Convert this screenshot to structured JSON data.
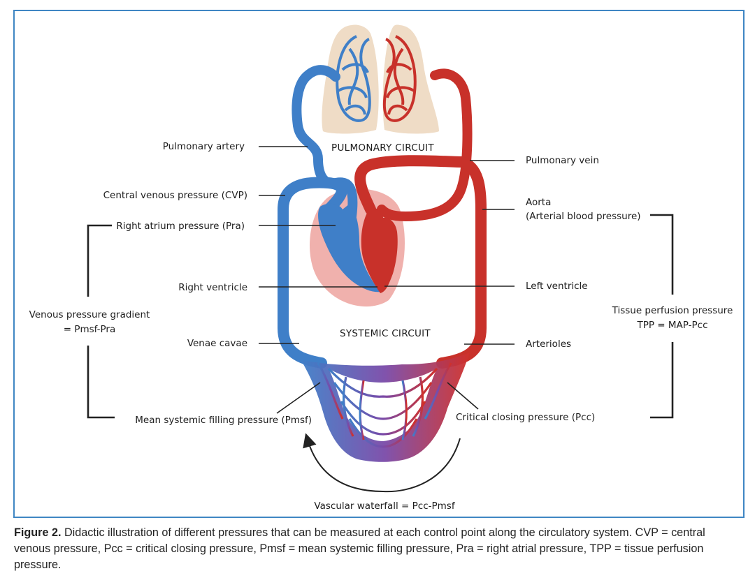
{
  "diagram": {
    "circuits": {
      "pulmonary": "PULMONARY CIRCUIT",
      "systemic": "SYSTEMIC CIRCUIT"
    },
    "left_labels": {
      "pulmonary_artery": "Pulmonary artery",
      "cvp": "Central venous pressure  (CVP)",
      "right_atrium": "Right atrium pressure (Pra)",
      "right_ventricle": "Right ventricle",
      "venae_cavae": "Venae cavae",
      "pmsf": "Mean systemic filling pressure (Pmsf)"
    },
    "right_labels": {
      "pulmonary_vein": "Pulmonary vein",
      "aorta_line1": "Aorta",
      "aorta_line2": "(Arterial blood pressure)",
      "left_ventricle": "Left ventricle",
      "arterioles": "Arterioles",
      "pcc": "Critical closing pressure (Pcc)"
    },
    "gradients": {
      "venous_line1": "Venous pressure gradient",
      "venous_line2": "= Pmsf-Pra",
      "tpp_line1": "Tissue perfusion pressure",
      "tpp_line2": "TPP = MAP-Pcc",
      "waterfall": "Vascular waterfall = Pcc-Pmsf"
    },
    "colors": {
      "venous": "#3f7fc8",
      "arterial": "#c8312a",
      "lung": "#efdcc6",
      "pericardium": "#eea8a4",
      "frame": "#3f86c3"
    }
  },
  "caption": {
    "label": "Figure 2.",
    "text": " Didactic illustration of different pressures that can be measured at each control point along the circulatory system. CVP = central venous pressure, Pcc = critical closing pressure, Pmsf = mean systemic filling pressure, Pra = right atrial pressure, TPP = tissue perfusion pressure."
  }
}
